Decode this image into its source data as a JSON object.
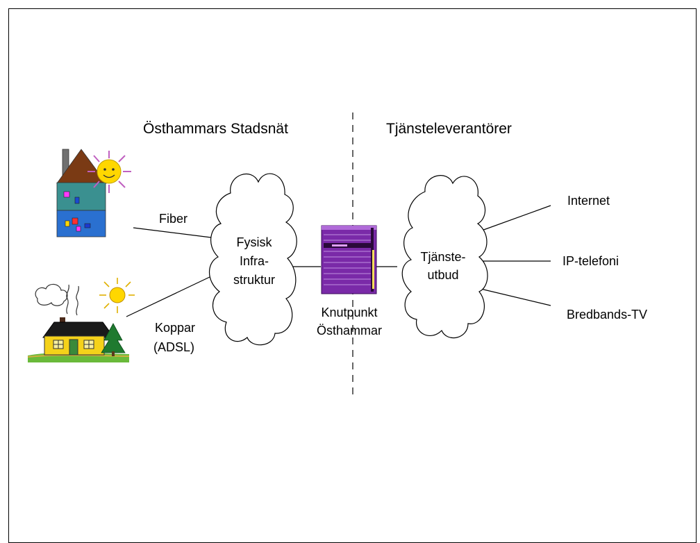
{
  "headings": {
    "left": "Östhammars Stadsnät",
    "right": "Tjänsteleverantörer"
  },
  "links": {
    "fiber": "Fiber",
    "copper_line1": "Koppar",
    "copper_line2": "(ADSL)"
  },
  "infra_cloud": {
    "line1": "Fysisk",
    "line2": "Infra-",
    "line3": "struktur"
  },
  "hub": {
    "line1": "Knutpunkt",
    "line2": "Östhammar"
  },
  "service_cloud": {
    "line1": "Tjänste-",
    "line2": "utbud"
  },
  "services": [
    "Internet",
    "IP-telefoni",
    "Bredbands-TV"
  ],
  "colors": {
    "house_teal": "#3a9090",
    "house_roof": "#7a3a14",
    "sun_yellow": "#ffd700",
    "server_purple": "#7a2aa8",
    "cottage_yellow": "#f5d21a",
    "grass_green": "#4a9a2a"
  },
  "icons": [
    "apartment-house-icon",
    "cottage-icon",
    "server-rack-icon"
  ]
}
